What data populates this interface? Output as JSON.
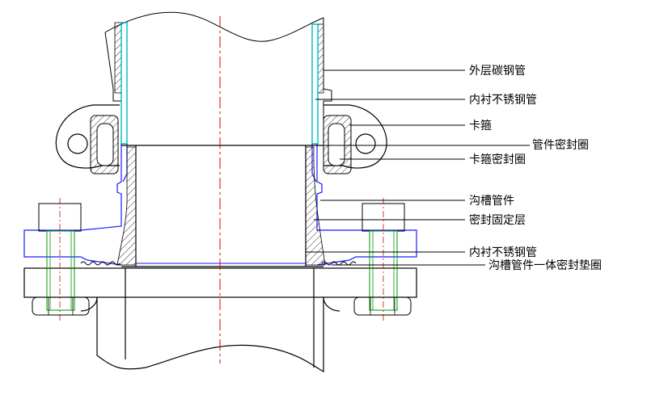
{
  "drawing": {
    "callouts": [
      {
        "id": "outer-carbon-steel-pipe",
        "label": "外层碳钢管"
      },
      {
        "id": "inner-stainless-pipe-top",
        "label": "内衬不锈钢管"
      },
      {
        "id": "clamp",
        "label": "卡箍"
      },
      {
        "id": "pipe-fitting-seal-ring",
        "label": "管件密封圈"
      },
      {
        "id": "clamp-seal-ring",
        "label": "卡箍密封圈"
      },
      {
        "id": "grooved-fitting",
        "label": "沟槽管件"
      },
      {
        "id": "seal-fixing-layer",
        "label": "密封固定层"
      },
      {
        "id": "inner-stainless-pipe-bottom",
        "label": "内衬不锈钢管"
      },
      {
        "id": "grooved-integral-gasket",
        "label": "沟槽管件一体密封垫圈"
      }
    ],
    "colors": {
      "outline": "#000000",
      "fitting": "#1a1aff",
      "liner": "#00b8c8",
      "centerline": "#e00000",
      "bolt": "#009a00",
      "hatch": "#000000"
    }
  }
}
